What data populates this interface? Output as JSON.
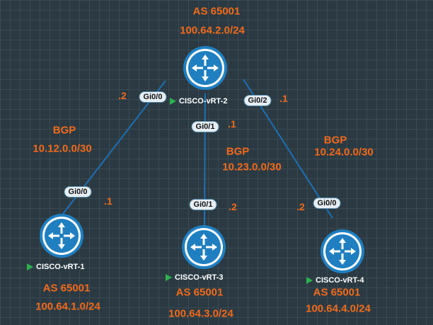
{
  "routers": [
    {
      "id": "r2",
      "name": "CISCO-vRT-2",
      "as": "AS 65001",
      "prefix": "100.64.2.0/24"
    },
    {
      "id": "r1",
      "name": "CISCO-vRT-1",
      "as": "AS 65001",
      "prefix": "100.64.1.0/24"
    },
    {
      "id": "r3",
      "name": "CISCO-vRT-3",
      "as": "AS 65001",
      "prefix": "100.64.3.0/24"
    },
    {
      "id": "r4",
      "name": "CISCO-vRT-4",
      "as": "AS 65001",
      "prefix": "100.64.4.0/24"
    }
  ],
  "links": [
    {
      "protocol": "BGP",
      "subnet": "10.12.0.0/30",
      "a": {
        "port": "Gi0/0",
        "host": ".2"
      },
      "b": {
        "port": "Gi0/0",
        "host": ".1"
      }
    },
    {
      "protocol": "BGP",
      "subnet": "10.23.0.0/30",
      "a": {
        "port": "Gi0/1",
        "host": ".1"
      },
      "b": {
        "port": "Gi0/1",
        "host": ".2"
      }
    },
    {
      "protocol": "BGP",
      "subnet": "10.24.0.0/30",
      "a": {
        "port": "Gi0/2",
        "host": ".1"
      },
      "b": {
        "port": "Gi0/0",
        "host": ".2"
      }
    }
  ],
  "colors": {
    "label": "#f26a1b",
    "link": "#1e6fb5",
    "router": "#1f7fc1",
    "status": "#2bb24c"
  },
  "icons": {
    "router": "router-icon",
    "status": "play-icon"
  }
}
